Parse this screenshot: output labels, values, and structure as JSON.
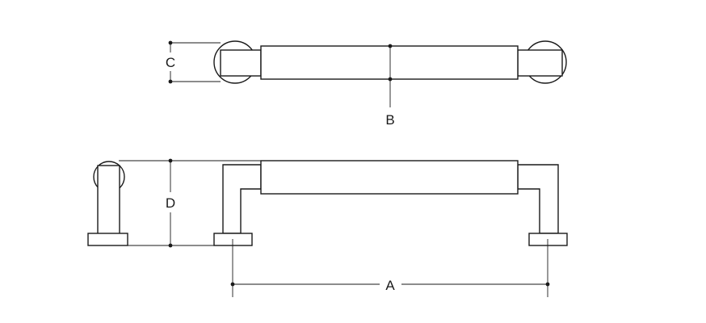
{
  "diagram": {
    "line_color": "#1a1a1a",
    "background": "#ffffff",
    "dimensions": {
      "a": "A",
      "b": "B",
      "c": "C",
      "d": "D"
    }
  }
}
